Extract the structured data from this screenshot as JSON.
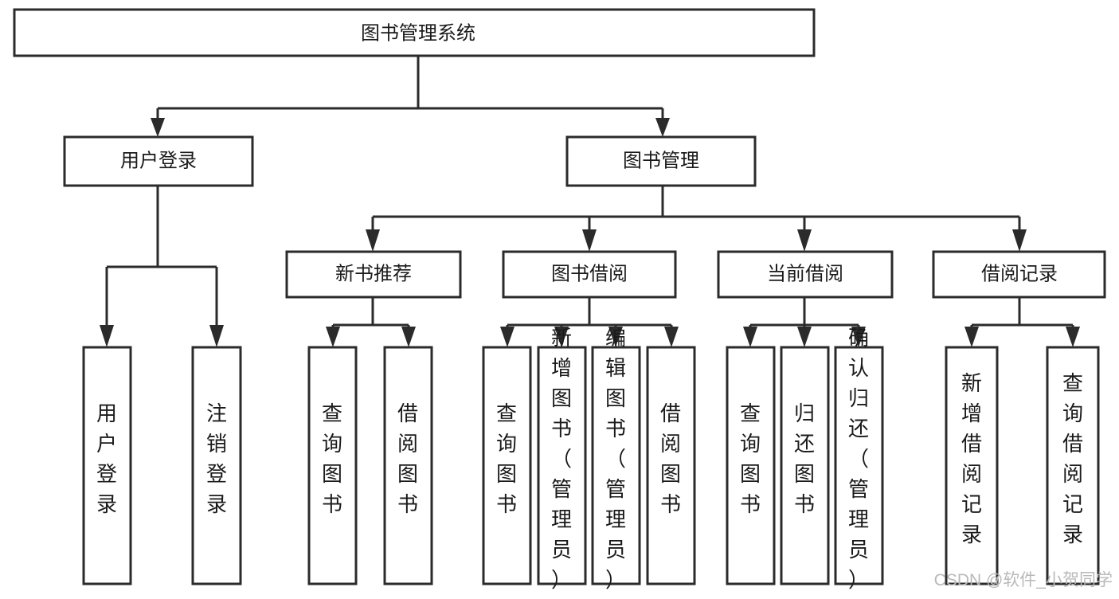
{
  "diagram": {
    "type": "hierarchy-tree",
    "orientation": "top-down",
    "root": {
      "id": "root",
      "label": "图书管理系统"
    },
    "level2": [
      {
        "id": "user-login",
        "label": "用户登录"
      },
      {
        "id": "book-management",
        "label": "图书管理"
      }
    ],
    "level3": [
      {
        "id": "new-book-recommend",
        "label": "新书推荐",
        "parent": "book-management"
      },
      {
        "id": "book-borrow",
        "label": "图书借阅",
        "parent": "book-management"
      },
      {
        "id": "current-borrow",
        "label": "当前借阅",
        "parent": "book-management"
      },
      {
        "id": "borrow-record",
        "label": "借阅记录",
        "parent": "book-management"
      }
    ],
    "leaves": [
      {
        "id": "leaf-user-login",
        "label": "用户登录",
        "parent": "user-login"
      },
      {
        "id": "leaf-logout-login",
        "label": "注销登录",
        "parent": "user-login"
      },
      {
        "id": "leaf-query-book-1",
        "label": "查询图书",
        "parent": "new-book-recommend"
      },
      {
        "id": "leaf-borrow-book-1",
        "label": "借阅图书",
        "parent": "new-book-recommend"
      },
      {
        "id": "leaf-query-book-2",
        "label": "查询图书",
        "parent": "book-borrow"
      },
      {
        "id": "leaf-add-book",
        "label": "新增图书（管理员）",
        "parent": "book-borrow"
      },
      {
        "id": "leaf-edit-book",
        "label": "编辑图书（管理员）",
        "parent": "book-borrow"
      },
      {
        "id": "leaf-borrow-book-2",
        "label": "借阅图书",
        "parent": "book-borrow"
      },
      {
        "id": "leaf-query-book-3",
        "label": "查询图书",
        "parent": "current-borrow"
      },
      {
        "id": "leaf-return-book",
        "label": "归还图书",
        "parent": "current-borrow"
      },
      {
        "id": "leaf-confirm-return",
        "label": "确认归还（管理员）",
        "parent": "current-borrow"
      },
      {
        "id": "leaf-add-record",
        "label": "新增借阅记录",
        "parent": "borrow-record"
      },
      {
        "id": "leaf-query-record",
        "label": "查询借阅记录",
        "parent": "borrow-record"
      }
    ]
  },
  "watermark": {
    "text": "CSDN @软件_小贺同学"
  },
  "colors": {
    "stroke": "#2b2b2b",
    "fill": "#ffffff",
    "text": "#1a1a1a",
    "watermark": "#b9b9b9"
  }
}
